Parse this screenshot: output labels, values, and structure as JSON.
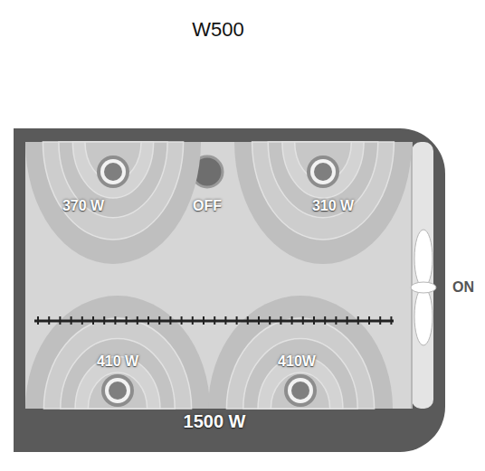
{
  "diagram": {
    "title": "W500",
    "nodes": [
      {
        "text": [
          "1500 W"
        ]
      },
      {
        "text": [
          "370 W"
        ],
        "in": 0
      },
      {
        "text": [
          "310 W"
        ],
        "in": 0
      },
      {
        "text": [
          "410 W"
        ],
        "in": 0
      },
      {
        "text": [
          "410W"
        ],
        "in": 0
      }
    ],
    "labels": [
      "OFF",
      "ON"
    ]
  }
}
